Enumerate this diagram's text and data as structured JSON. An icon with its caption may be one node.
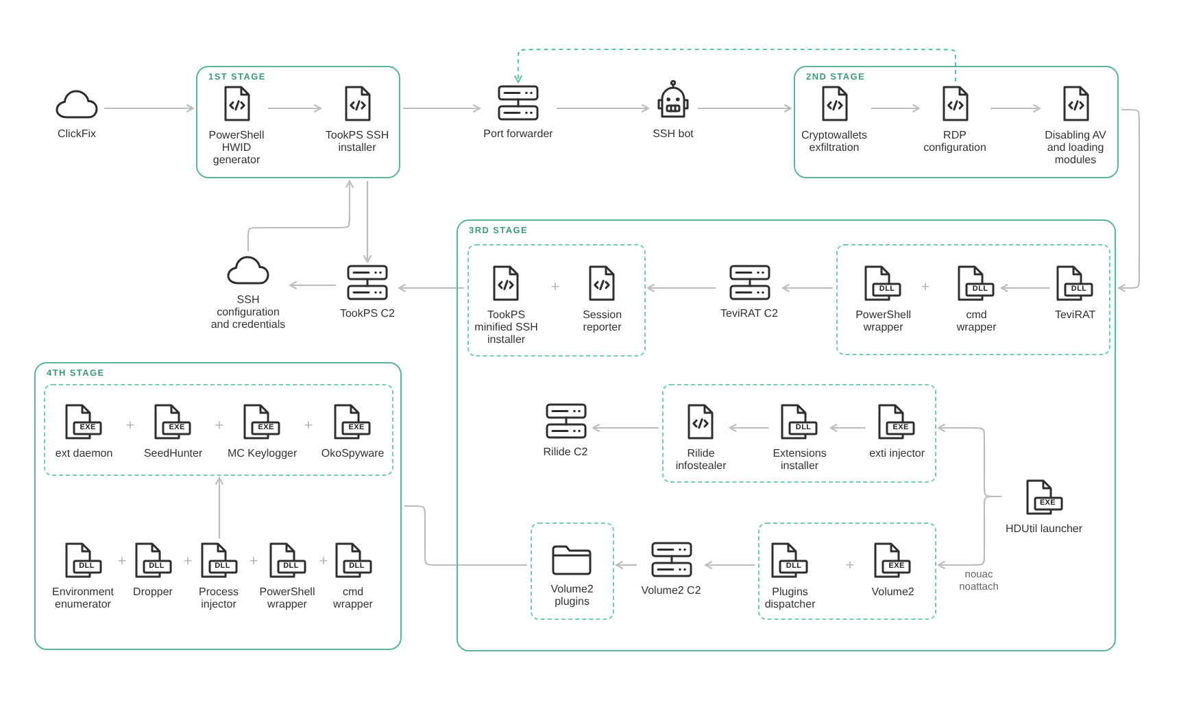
{
  "diagram": {
    "nodes": [
      {
        "text": [
          "ClickFix"
        ]
      },
      {
        "text": [
          "1ST STAGE"
        ]
      },
      {
        "text": [
          "PowerShell HWID generator"
        ],
        "in": 1
      },
      {
        "text": [
          "TookPS SSH installer"
        ],
        "in": 1
      },
      {
        "text": [
          "Port forwarder"
        ]
      },
      {
        "text": [
          "SSH bot"
        ]
      },
      {
        "text": [
          "2ND STAGE"
        ]
      },
      {
        "text": [
          "Cryptowallets exfiltration"
        ],
        "in": 6
      },
      {
        "text": [
          "RDP configuration"
        ],
        "in": 6
      },
      {
        "text": [
          "Disabling AV and loading modules"
        ],
        "in": 6
      },
      {
        "text": [
          "SSH configuration and credentials"
        ]
      },
      {
        "text": [
          "TookPS C2"
        ]
      },
      {
        "text": [
          "3RD STAGE"
        ]
      },
      {
        "text": [],
        "shape": "box",
        "in": 12
      },
      {
        "text": [
          "TookPS minified SSH installer"
        ],
        "in": 13
      },
      {
        "text": [
          "Session reporter"
        ],
        "in": 13
      },
      {
        "text": [
          "TeviRAT C2"
        ],
        "in": 12
      },
      {
        "text": [],
        "shape": "box",
        "in": 12
      },
      {
        "text": [
          "DLL",
          "PowerShell wrapper"
        ],
        "in": 17
      },
      {
        "text": [
          "DLL",
          "cmd wrapper"
        ],
        "in": 17
      },
      {
        "text": [
          "DLL",
          "TeviRAT"
        ],
        "in": 17
      },
      {
        "text": [
          "Rilide C2"
        ],
        "in": 12
      },
      {
        "text": [],
        "shape": "box",
        "in": 12
      },
      {
        "text": [
          "Rilide infostealer"
        ],
        "in": 22
      },
      {
        "text": [
          "DLL",
          "Extensions installer"
        ],
        "in": 22
      },
      {
        "text": [
          "EXE",
          "exti injector"
        ],
        "in": 22
      },
      {
        "text": [
          "EXE",
          "HDUtil launcher"
        ],
        "in": 12
      },
      {
        "text": [],
        "shape": "box",
        "in": 12
      },
      {
        "text": [
          "Volume2 plugins"
        ],
        "in": 27
      },
      {
        "text": [
          "Volume2 C2"
        ],
        "in": 12
      },
      {
        "text": [],
        "shape": "box",
        "in": 12
      },
      {
        "text": [
          "DLL",
          "Plugins dispatcher"
        ],
        "in": 30
      },
      {
        "text": [
          "EXE",
          "Volume2"
        ],
        "in": 30
      },
      {
        "text": [
          "4TH STAGE"
        ]
      },
      {
        "text": [],
        "shape": "box",
        "in": 33
      },
      {
        "text": [
          "EXE",
          "ext daemon"
        ],
        "in": 34
      },
      {
        "text": [
          "EXE",
          "SeedHunter"
        ],
        "in": 34
      },
      {
        "text": [
          "EXE",
          "MC Keylogger"
        ],
        "in": 34
      },
      {
        "text": [
          "EXE",
          "OkoSpyware"
        ],
        "in": 34
      },
      {
        "text": [
          "DLL",
          "Environment enumerator"
        ],
        "in": 33
      },
      {
        "text": [
          "DLL",
          "Dropper"
        ],
        "in": 33
      },
      {
        "text": [
          "DLL",
          "Process injector"
        ],
        "in": 33
      },
      {
        "text": [
          "DLL",
          "PowerShell wrapper"
        ],
        "in": 33
      },
      {
        "text": [
          "DLL",
          "cmd wrapper"
        ],
        "in": 33
      }
    ],
    "edges": [
      {
        "from": 0,
        "to": 1,
        "arrow": "to"
      },
      {
        "from": 2,
        "to": 3,
        "arrow": "to"
      },
      {
        "from": 1,
        "to": 4,
        "arrow": "to"
      },
      {
        "from": 4,
        "to": 5,
        "arrow": "to"
      },
      {
        "from": 5,
        "to": 6,
        "arrow": "to"
      },
      {
        "from": 7,
        "to": 8,
        "arrow": "to"
      },
      {
        "from": 8,
        "to": 9,
        "arrow": "to"
      },
      {
        "from": 8,
        "to": 4,
        "arrow": "to",
        "style": "dashed",
        "color": "#5cc7a1"
      },
      {
        "from": 6,
        "to": 12,
        "arrow": "to"
      },
      {
        "from": 1,
        "to": 11,
        "arrow": "to"
      },
      {
        "from": 10,
        "to": 1,
        "arrow": "to"
      },
      {
        "from": 11,
        "to": 10,
        "arrow": "to"
      },
      {
        "from": 13,
        "to": 11,
        "arrow": "to"
      },
      {
        "from": 16,
        "to": 13,
        "arrow": "to"
      },
      {
        "from": 17,
        "to": 16,
        "arrow": "to"
      },
      {
        "from": 20,
        "to": 19,
        "arrow": "to"
      },
      {
        "from": 24,
        "to": 23,
        "arrow": "to"
      },
      {
        "from": 25,
        "to": 24,
        "arrow": "to"
      },
      {
        "from": 22,
        "to": 21,
        "arrow": "to"
      },
      {
        "from": 26,
        "to": 22,
        "arrow": "to"
      },
      {
        "from": 26,
        "to": 30,
        "arrow": "to",
        "label": "nouac noattach"
      },
      {
        "from": 30,
        "to": 29,
        "arrow": "to"
      },
      {
        "from": 29,
        "to": 27,
        "arrow": "to"
      },
      {
        "from": 27,
        "to": 33,
        "arrow": "none"
      },
      {
        "from": 41,
        "to": 34,
        "arrow": "to"
      }
    ],
    "labels": [
      "+",
      "+",
      "+",
      "+",
      "+",
      "+",
      "+",
      "+",
      "+",
      "+"
    ]
  }
}
